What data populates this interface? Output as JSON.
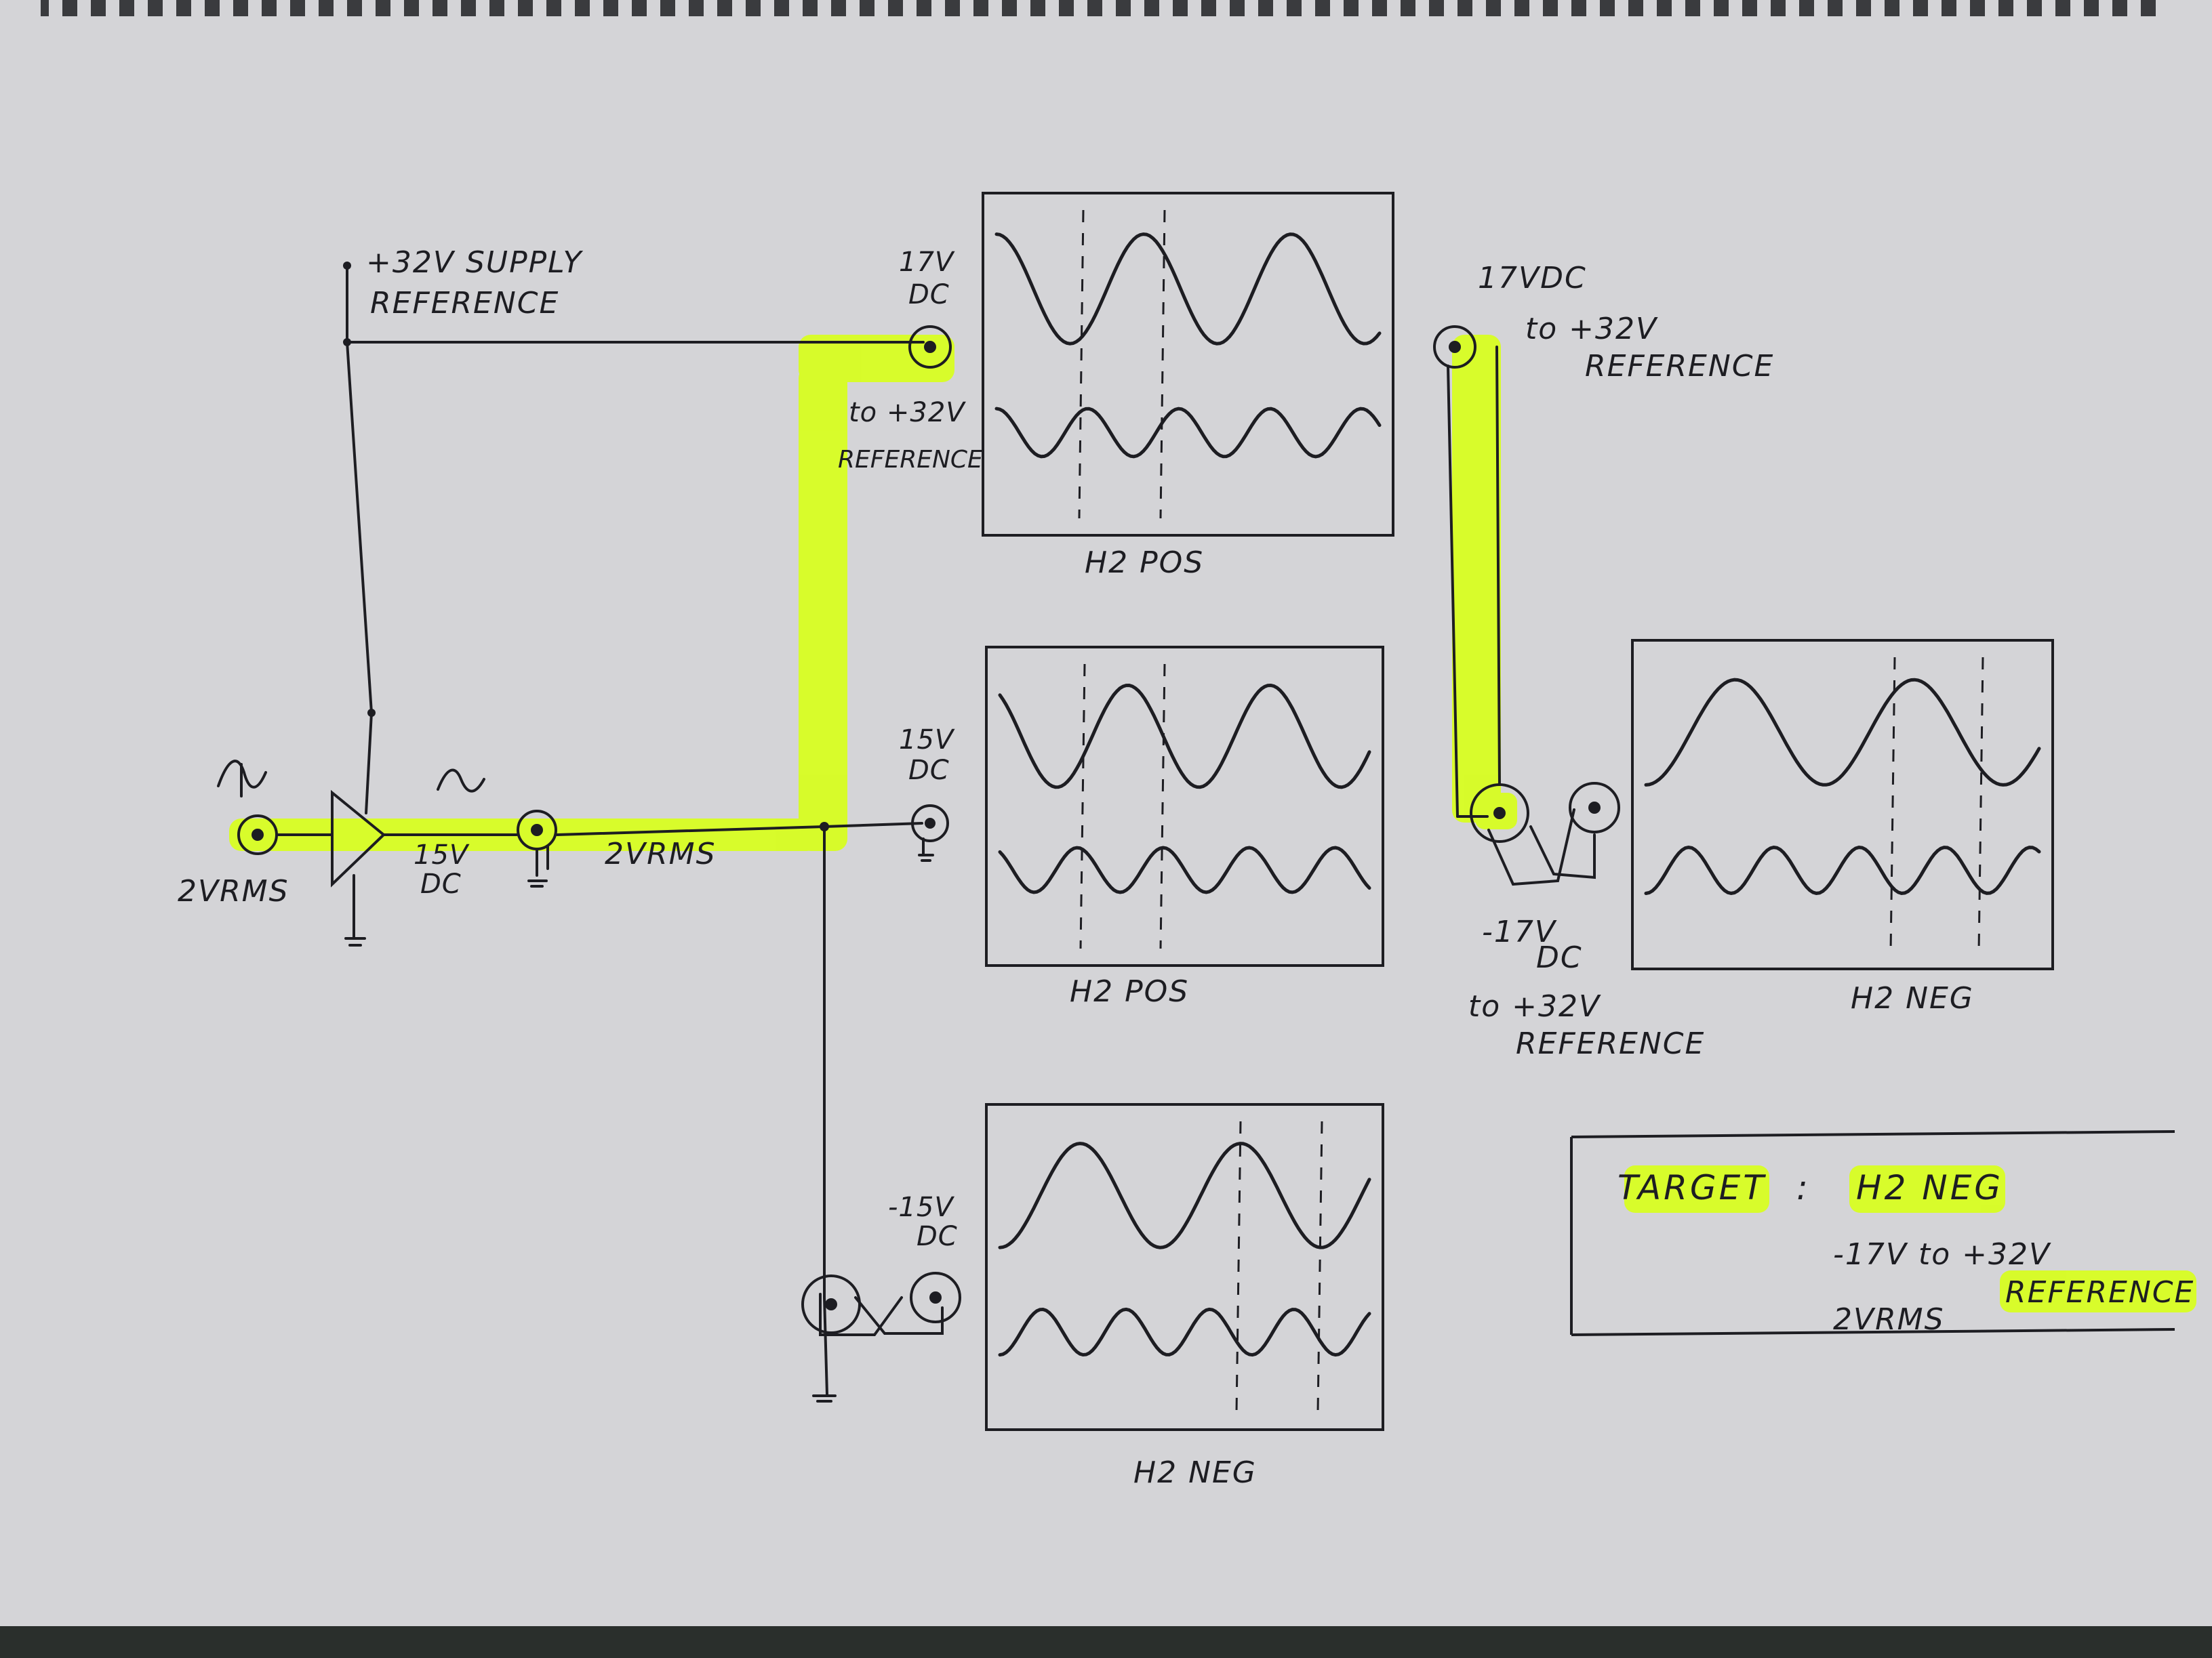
{
  "colors": {
    "paper": "#d4d4d7",
    "ink": "#1d1d22",
    "highlighter": "#d8ff1c",
    "backdrop": "#2a2f2c"
  },
  "labels": {
    "supply_line1": "+32V SUPPLY",
    "supply_line2": "REFERENCE",
    "input_level": "2VRMS",
    "amp_dc_1": "15V",
    "amp_dc_2": "DC",
    "mid_level": "2VRMS",
    "t1_dc_1": "17V",
    "t1_dc_2": "DC",
    "t1_ref_1": "to +32V",
    "t1_ref_2": "REFERENCE",
    "t2_dc_1": "15V",
    "t2_dc_2": "DC",
    "t3_dc_1": "-15V",
    "t3_dc_2": "DC",
    "right_top_dc": "17VDC",
    "right_top_ref_1": "to +32V",
    "right_top_ref_2": "REFERENCE",
    "right_bot_dc_1": "-17V",
    "right_bot_dc_2": "DC",
    "right_bot_ref_1": "to +32V",
    "right_bot_ref_2": "REFERENCE"
  },
  "scopes": [
    {
      "caption": "H2 POS"
    },
    {
      "caption": "H2 POS"
    },
    {
      "caption": "H2 NEG"
    },
    {
      "caption": "H2 NEG"
    }
  ],
  "target_box": {
    "label": "TARGET",
    "colon": ":",
    "value": "H2 NEG",
    "line2": "-17V to +32V",
    "line3": "REFERENCE",
    "line4": "2VRMS"
  }
}
